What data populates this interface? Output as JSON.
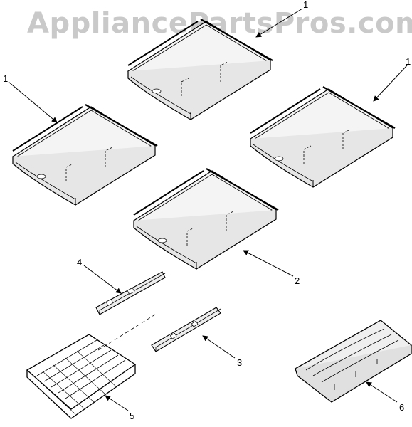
{
  "watermark": "AppliancePartsPros.com",
  "callouts": {
    "c1a": "1",
    "c1b": "1",
    "c1c": "1",
    "c2": "2",
    "c3": "3",
    "c4": "4",
    "c5": "5",
    "c6": "6"
  }
}
